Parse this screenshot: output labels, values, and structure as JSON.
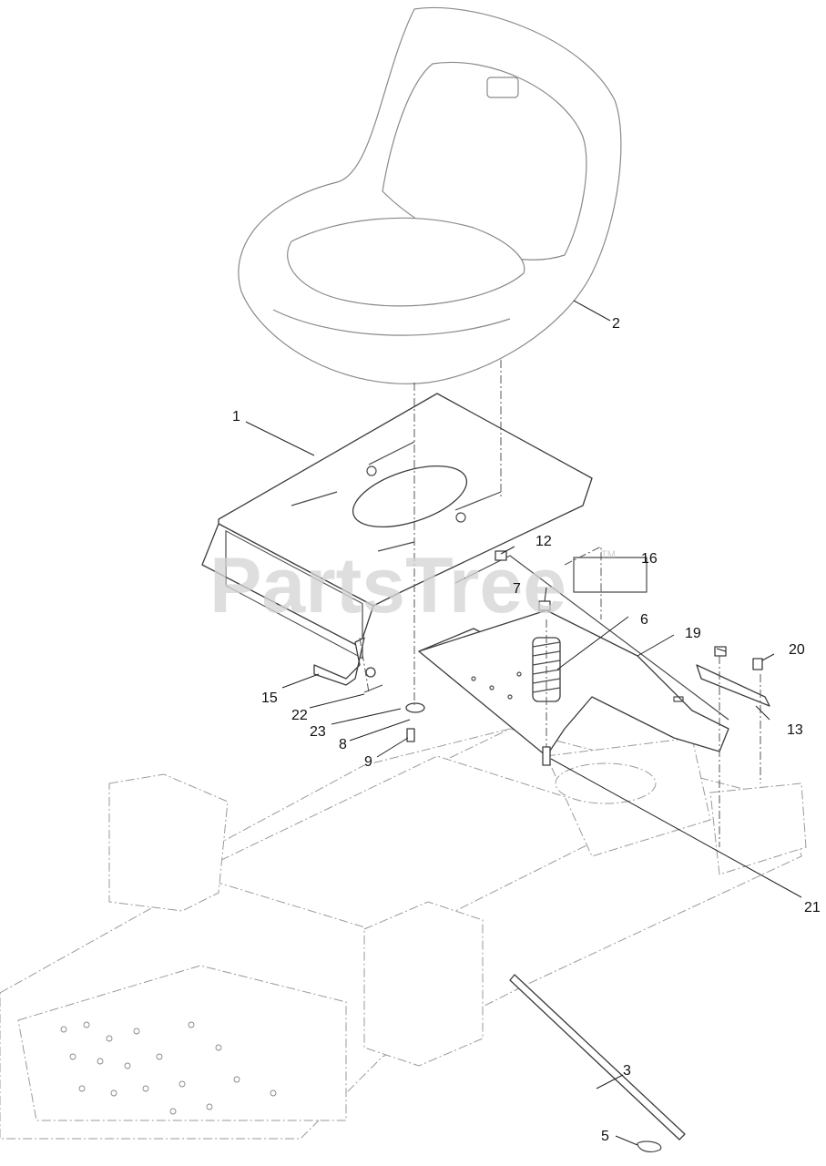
{
  "watermark": {
    "text": "PartsTree",
    "tm": "TM"
  },
  "callouts": {
    "c1": "1",
    "c2": "2",
    "c3": "3",
    "c5": "5",
    "c6": "6",
    "c7": "7",
    "c8": "8",
    "c9": "9",
    "c12": "12",
    "c13": "13",
    "c15": "15",
    "c16": "16",
    "c19": "19",
    "c20": "20",
    "c21": "21",
    "c22": "22",
    "c23": "23"
  }
}
